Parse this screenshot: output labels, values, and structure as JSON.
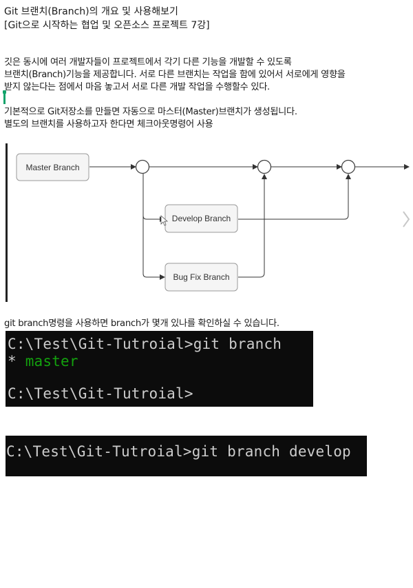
{
  "title": {
    "line1": "Git 브랜치(Branch)의 개요 및 사용해보기",
    "line2": "[Git으로 시작하는 협업 및 오픈소스 프로젝트 7강]"
  },
  "intro": {
    "line1": "깃은 동시에 여러 개발자들이 프로젝트에서 각기 다른 기능을 개발할 수 있도록",
    "line2": "브랜치(Branch)기능을 제공합니다. 서로 다른 브랜치는 작업을 함에 있어서 서로에게 영향을",
    "line3": "받지 않는다는 점에서 마음 놓고서 서로 다른 개발 작업을 수행할수 있다."
  },
  "basics": {
    "line1": "기본적으로 Git저장소를 만들면 자동으로 마스터(Master)브랜치가 생성됩니다.",
    "line2": "별도의 브랜치를 사용하고자 한다면 체크아웃명령어 사용"
  },
  "diagram": {
    "master_label": "Master Branch",
    "develop_label": "Develop Branch",
    "bugfix_label": "Bug Fix Branch",
    "colors": {
      "box_fill": "#f5f5f5",
      "box_stroke": "#9a9a9a",
      "line": "#333333"
    }
  },
  "branch_note": "git branch명령을 사용하면 branch가 몇개 있나를 확인하실 수 있습니다.",
  "terminal1": {
    "line1": "C:\\Test\\Git-Tutroial>git branch",
    "marker": "* ",
    "branch": "master",
    "line3": "C:\\Test\\Git-Tutroial>",
    "colors": {
      "background": "#0c0c0c",
      "text": "#cccccc",
      "current_branch": "#13a10e"
    }
  },
  "terminal2": {
    "line1": "C:\\Test\\Git-Tutroial>git branch develop"
  }
}
